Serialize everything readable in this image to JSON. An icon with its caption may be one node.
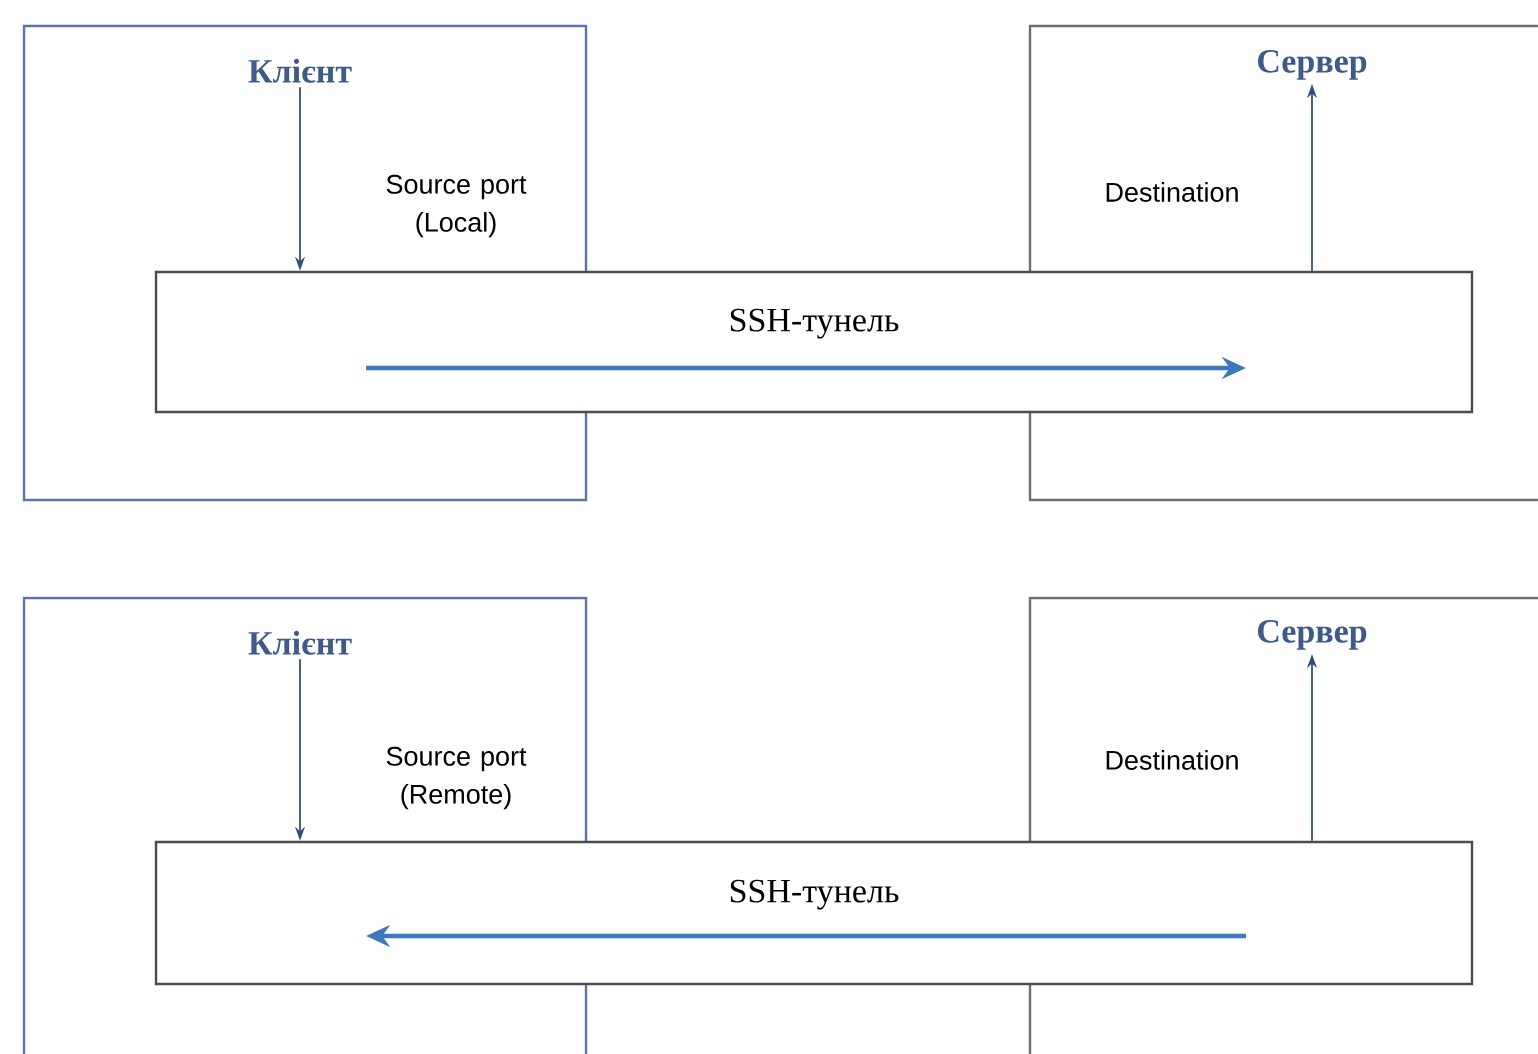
{
  "diagram": {
    "nodes": [
      {
        "text": [],
        "shape": "box"
      },
      {
        "text": [
          "Клієнт"
        ],
        "in": 0
      },
      {
        "text": [],
        "shape": "box"
      },
      {
        "text": [
          "Сервер"
        ],
        "in": 2
      },
      {
        "text": [
          "SSH-тунель"
        ]
      },
      {
        "text": [],
        "shape": "box"
      },
      {
        "text": [
          "Клієнт"
        ],
        "in": 5
      },
      {
        "text": [],
        "shape": "box"
      },
      {
        "text": [
          "Сервер"
        ],
        "in": 7
      },
      {
        "text": [
          "SSH-тунель"
        ]
      }
    ],
    "edges": [
      {
        "from": 1,
        "to": 4,
        "arrow": "to"
      },
      {
        "from": 4,
        "to": 3,
        "arrow": "to"
      },
      {
        "from": 6,
        "to": 9,
        "arrow": "to"
      },
      {
        "from": 9,
        "to": 8,
        "arrow": "to"
      }
    ],
    "labels": [
      "Source port (Local)",
      "Destination",
      "Source port (Remote)",
      "Destination"
    ]
  }
}
